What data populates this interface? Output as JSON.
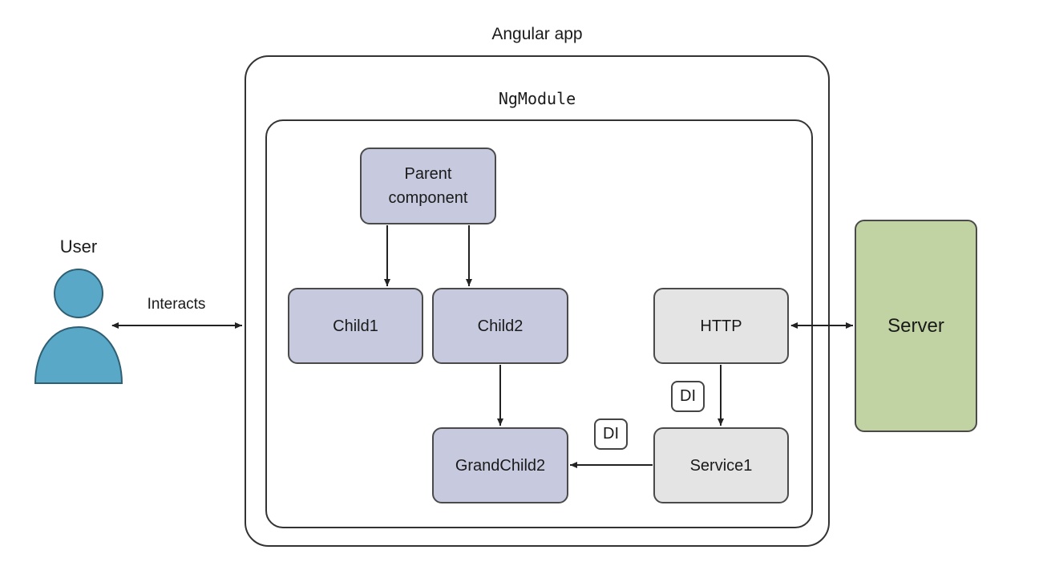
{
  "diagram": {
    "app_title": "Angular app",
    "module_title": "NgModule",
    "user_label": "User",
    "interacts_label": "Interacts",
    "nodes": {
      "parent": "Parent\ncomponent",
      "child1": "Child1",
      "child2": "Child2",
      "grandchild2": "GrandChild2",
      "http": "HTTP",
      "service1": "Service1",
      "server": "Server"
    },
    "di_badges": {
      "http_to_service": "DI",
      "service_to_grandchild": "DI"
    },
    "icons": {
      "user": "user-icon"
    },
    "colors": {
      "component_fill": "#c7cade",
      "service_fill": "#e4e4e4",
      "server_fill": "#c2d3a3",
      "user_fill": "#5aa8c8"
    }
  }
}
